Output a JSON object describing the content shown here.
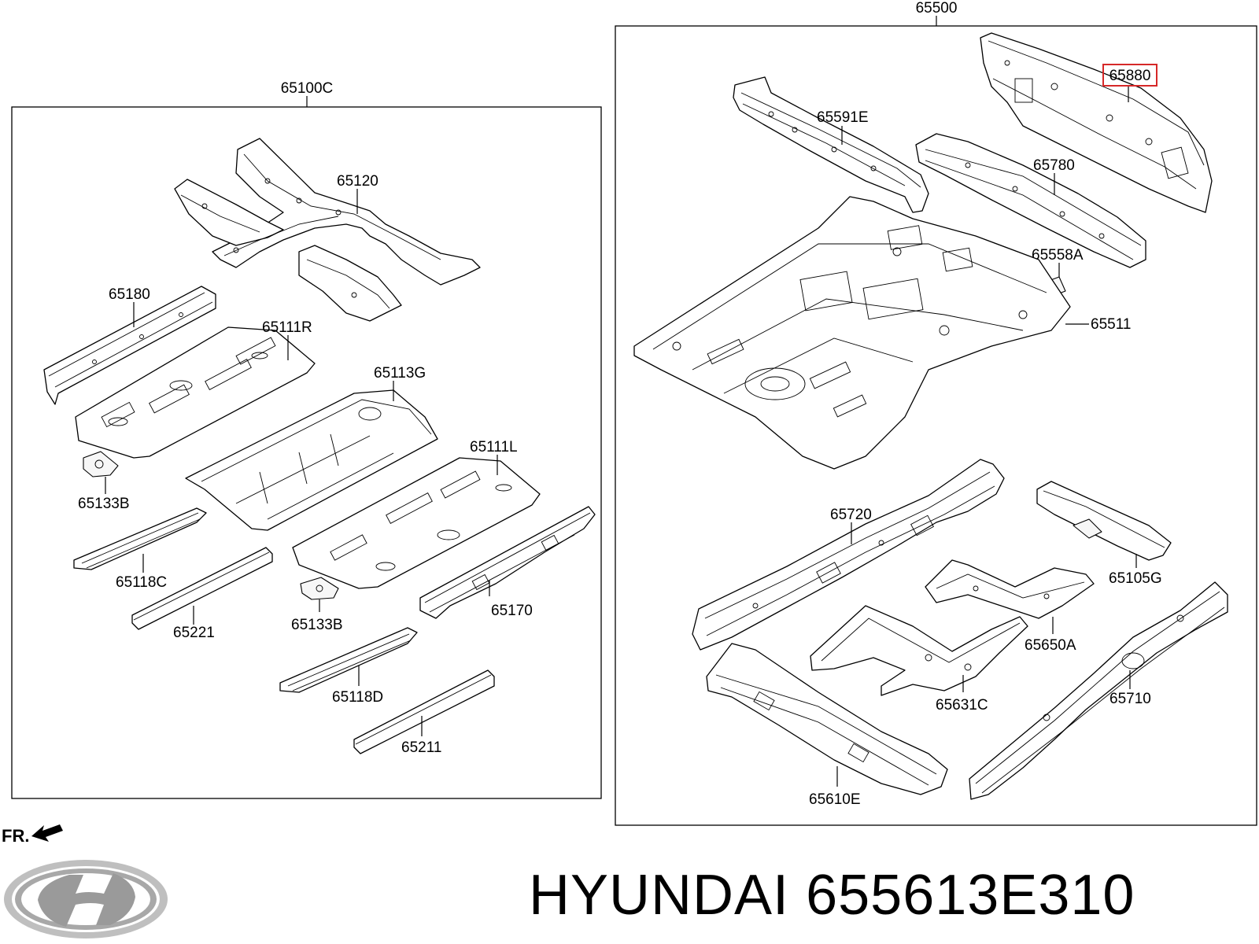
{
  "groups": {
    "left": "65100C",
    "right": "65500"
  },
  "labels": {
    "p65120": "65120",
    "p65180": "65180",
    "p65111R": "65111R",
    "p65113G": "65113G",
    "p65133B_a": "65133B",
    "p65111L": "65111L",
    "p65118C": "65118C",
    "p65221": "65221",
    "p65133B_b": "65133B",
    "p65170": "65170",
    "p65118D": "65118D",
    "p65211": "65211",
    "p65880": "65880",
    "p65591E": "65591E",
    "p65780": "65780",
    "p65558A": "65558A",
    "p65511": "65511",
    "p65720": "65720",
    "p65105G": "65105G",
    "p65650A": "65650A",
    "p65631C": "65631C",
    "p65710": "65710",
    "p65610E": "65610E"
  },
  "highlight": {
    "label": "65880",
    "color": "#d62828"
  },
  "direction_marker": "FR.",
  "logo": {
    "icon": "hyundai-logo-icon"
  },
  "caption": {
    "brand": "HYUNDAI",
    "part_number": "655613E310"
  }
}
